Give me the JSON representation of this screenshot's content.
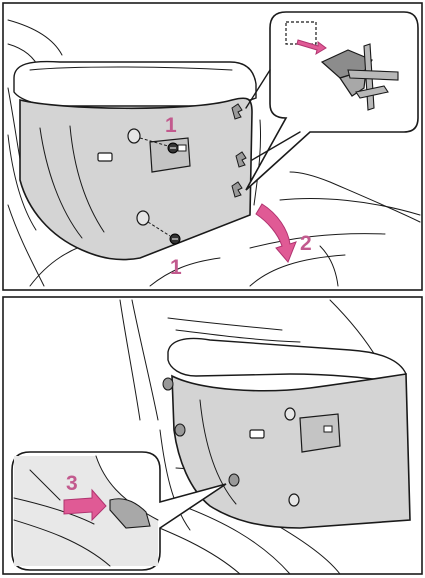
{
  "top_figure": {
    "callouts": [
      {
        "label": "1"
      },
      {
        "label": "1"
      },
      {
        "label": "2"
      }
    ]
  },
  "bottom_figure": {
    "callouts": [
      {
        "label": "3"
      }
    ]
  },
  "colors": {
    "panel_fill": "#d4d4d4",
    "callout_text": "#c25a8e",
    "arrow_fill": "#e05a95",
    "frame_stroke": "#1a1a1a"
  },
  "icons": [
    "screw-icon",
    "clip-icon",
    "pull-arrow-icon",
    "push-arrow-icon"
  ]
}
